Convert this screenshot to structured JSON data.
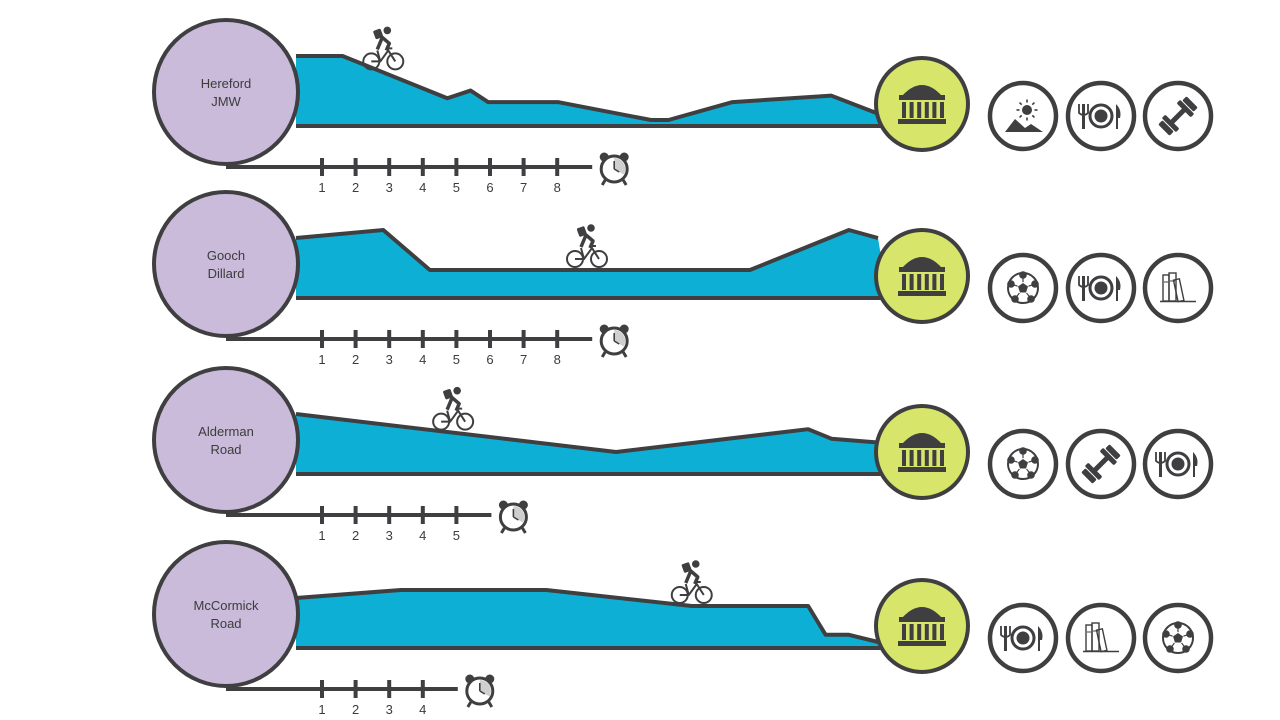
{
  "palette": {
    "outline": "#3f3f41",
    "water": "#0db0d4",
    "origin": "#c9bbd9",
    "destination": "#d7e56b",
    "amenity": "#ffffff",
    "clock_dial": "#cfcfcf"
  },
  "routes": [
    {
      "origin_line1": "Hereford",
      "origin_line2": "JMW",
      "profile": [
        [
          0,
          0.0
        ],
        [
          0.08,
          0.0
        ],
        [
          0.26,
          0.66
        ],
        [
          0.3,
          0.54
        ],
        [
          0.33,
          0.72
        ],
        [
          0.45,
          0.72
        ],
        [
          0.61,
          1.0
        ],
        [
          0.64,
          1.0
        ],
        [
          0.75,
          0.72
        ],
        [
          0.92,
          0.62
        ],
        [
          1.0,
          0.9
        ]
      ],
      "cyclist_pos": 0.15,
      "minutes": [
        "1",
        "2",
        "3",
        "4",
        "5",
        "6",
        "7",
        "8"
      ],
      "destination_icon": "rotunda-icon",
      "amenities": [
        "mountain-sun-icon",
        "dining-icon",
        "dumbbell-icon"
      ]
    },
    {
      "origin_line1": "Gooch",
      "origin_line2": "Dillard",
      "profile": [
        [
          0,
          0.2
        ],
        [
          0.15,
          0.0
        ],
        [
          0.23,
          1.0
        ],
        [
          0.78,
          1.0
        ],
        [
          0.95,
          0.0
        ],
        [
          1.0,
          0.2
        ]
      ],
      "cyclist_pos": 0.5,
      "minutes": [
        "1",
        "2",
        "3",
        "4",
        "5",
        "6",
        "7",
        "8"
      ],
      "destination_icon": "rotunda-icon",
      "amenities": [
        "soccer-ball-icon",
        "dining-icon",
        "books-icon"
      ]
    },
    {
      "origin_line1": "Alderman",
      "origin_line2": "Road",
      "profile": [
        [
          0,
          0.0
        ],
        [
          0.55,
          1.0
        ],
        [
          0.88,
          0.4
        ],
        [
          0.92,
          0.65
        ],
        [
          1.0,
          0.75
        ]
      ],
      "cyclist_pos": 0.27,
      "minutes": [
        "1",
        "2",
        "3",
        "4",
        "5"
      ],
      "destination_icon": "rotunda-icon",
      "amenities": [
        "soccer-ball-icon",
        "dumbbell-icon",
        "dining-icon"
      ]
    },
    {
      "origin_line1": "McCormick",
      "origin_line2": "Road",
      "profile": [
        [
          0,
          0.5
        ],
        [
          0.18,
          0.0
        ],
        [
          0.43,
          0.0
        ],
        [
          0.68,
          1.0
        ],
        [
          0.88,
          1.0
        ],
        [
          0.91,
          2.8
        ],
        [
          0.95,
          2.8
        ],
        [
          1.0,
          3.5
        ]
      ],
      "cyclist_pos": 0.68,
      "minutes": [
        "1",
        "2",
        "3",
        "4"
      ],
      "destination_icon": "rotunda-icon",
      "amenities": [
        "dining-icon",
        "books-icon",
        "soccer-ball-icon"
      ]
    }
  ]
}
